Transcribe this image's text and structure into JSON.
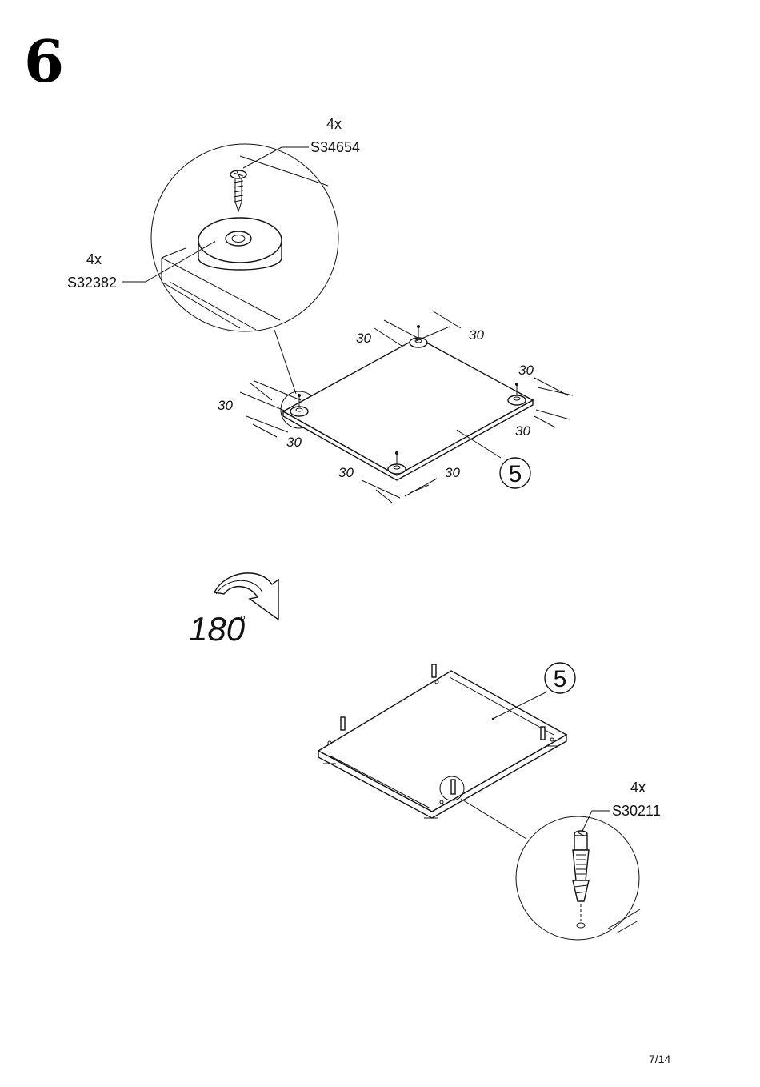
{
  "step_number": "6",
  "top_section": {
    "screw": {
      "qty": "4x",
      "code": "S34654"
    },
    "foot_pad": {
      "qty": "4x",
      "code": "S32382"
    },
    "panel_number": "5",
    "dimension_label": "30"
  },
  "rotation": {
    "angle": "180",
    "degree_symbol": "°"
  },
  "bottom_section": {
    "panel_number": "5",
    "dowel": {
      "qty": "4x",
      "code": "S30211"
    }
  },
  "page_indicator": "7/14"
}
